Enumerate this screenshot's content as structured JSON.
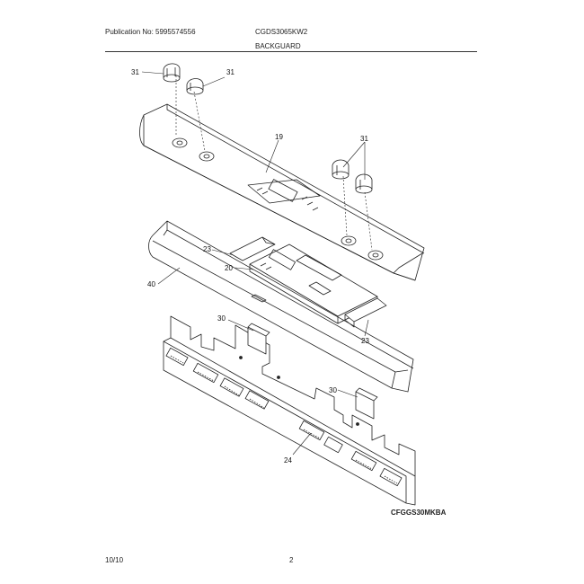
{
  "header": {
    "publication": "Publication No: 5995574556",
    "model": "CGDS3065KW2",
    "section": "BACKGUARD"
  },
  "callouts": {
    "knob_left_a": "31",
    "knob_left_b": "31",
    "knob_right": "31",
    "backguard_panel": "19",
    "bracket_top": "23",
    "control_board": "20",
    "trim": "40",
    "bracket_bottom": "23",
    "clip_left": "30",
    "clip_right": "30",
    "wiring_panel": "24"
  },
  "illustration_code": "CFGGS30MKBA",
  "footer": {
    "date": "10/10",
    "page": "2"
  }
}
